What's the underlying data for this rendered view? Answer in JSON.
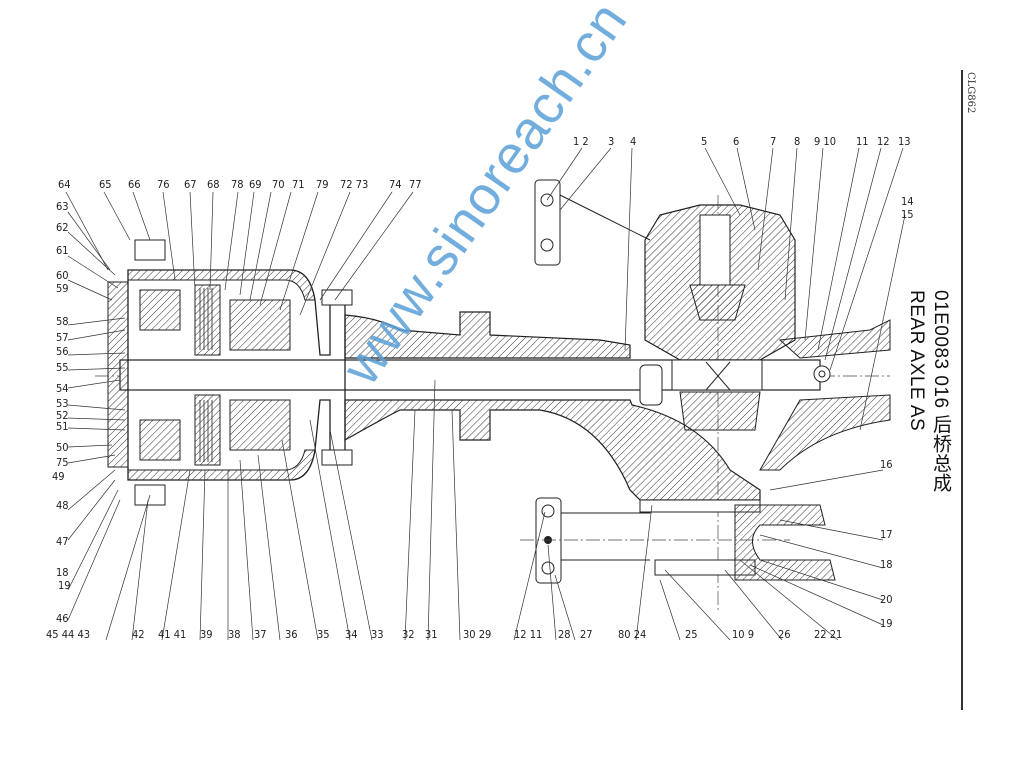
{
  "sheet": {
    "code": "CLG862",
    "drawing_number": "01E0083 016 后桥总成",
    "title": "REAR AXLE AS",
    "watermark": "www.sinoreach.cn"
  },
  "part_callouts": {
    "top_left": [
      "64",
      "65",
      "66",
      "76",
      "67",
      "68",
      "78",
      "69",
      "70",
      "71",
      "79",
      "72 73",
      "74",
      "77"
    ],
    "top_right": [
      "1 2",
      "3",
      "4",
      "5",
      "6",
      "7",
      "8",
      "9 10",
      "11",
      "12",
      "13",
      "14",
      "15"
    ],
    "left_side": [
      "63",
      "62",
      "61",
      "60",
      "59",
      "58",
      "57",
      "56",
      "55",
      "54",
      "53",
      "52",
      "51",
      "50",
      "75",
      "49",
      "48",
      "47",
      "18",
      "19",
      "46"
    ],
    "bottom_left": [
      "45 44 43",
      "42",
      "41 41",
      "39",
      "38",
      "37",
      "36",
      "35",
      "34",
      "33",
      "32",
      "31",
      "30 29"
    ],
    "bottom_right": [
      "12 11",
      "28",
      "27",
      "80 24",
      "25",
      "10 9",
      "26",
      "22 21"
    ],
    "right_side": [
      "16",
      "17",
      "18",
      "20",
      "19"
    ]
  }
}
